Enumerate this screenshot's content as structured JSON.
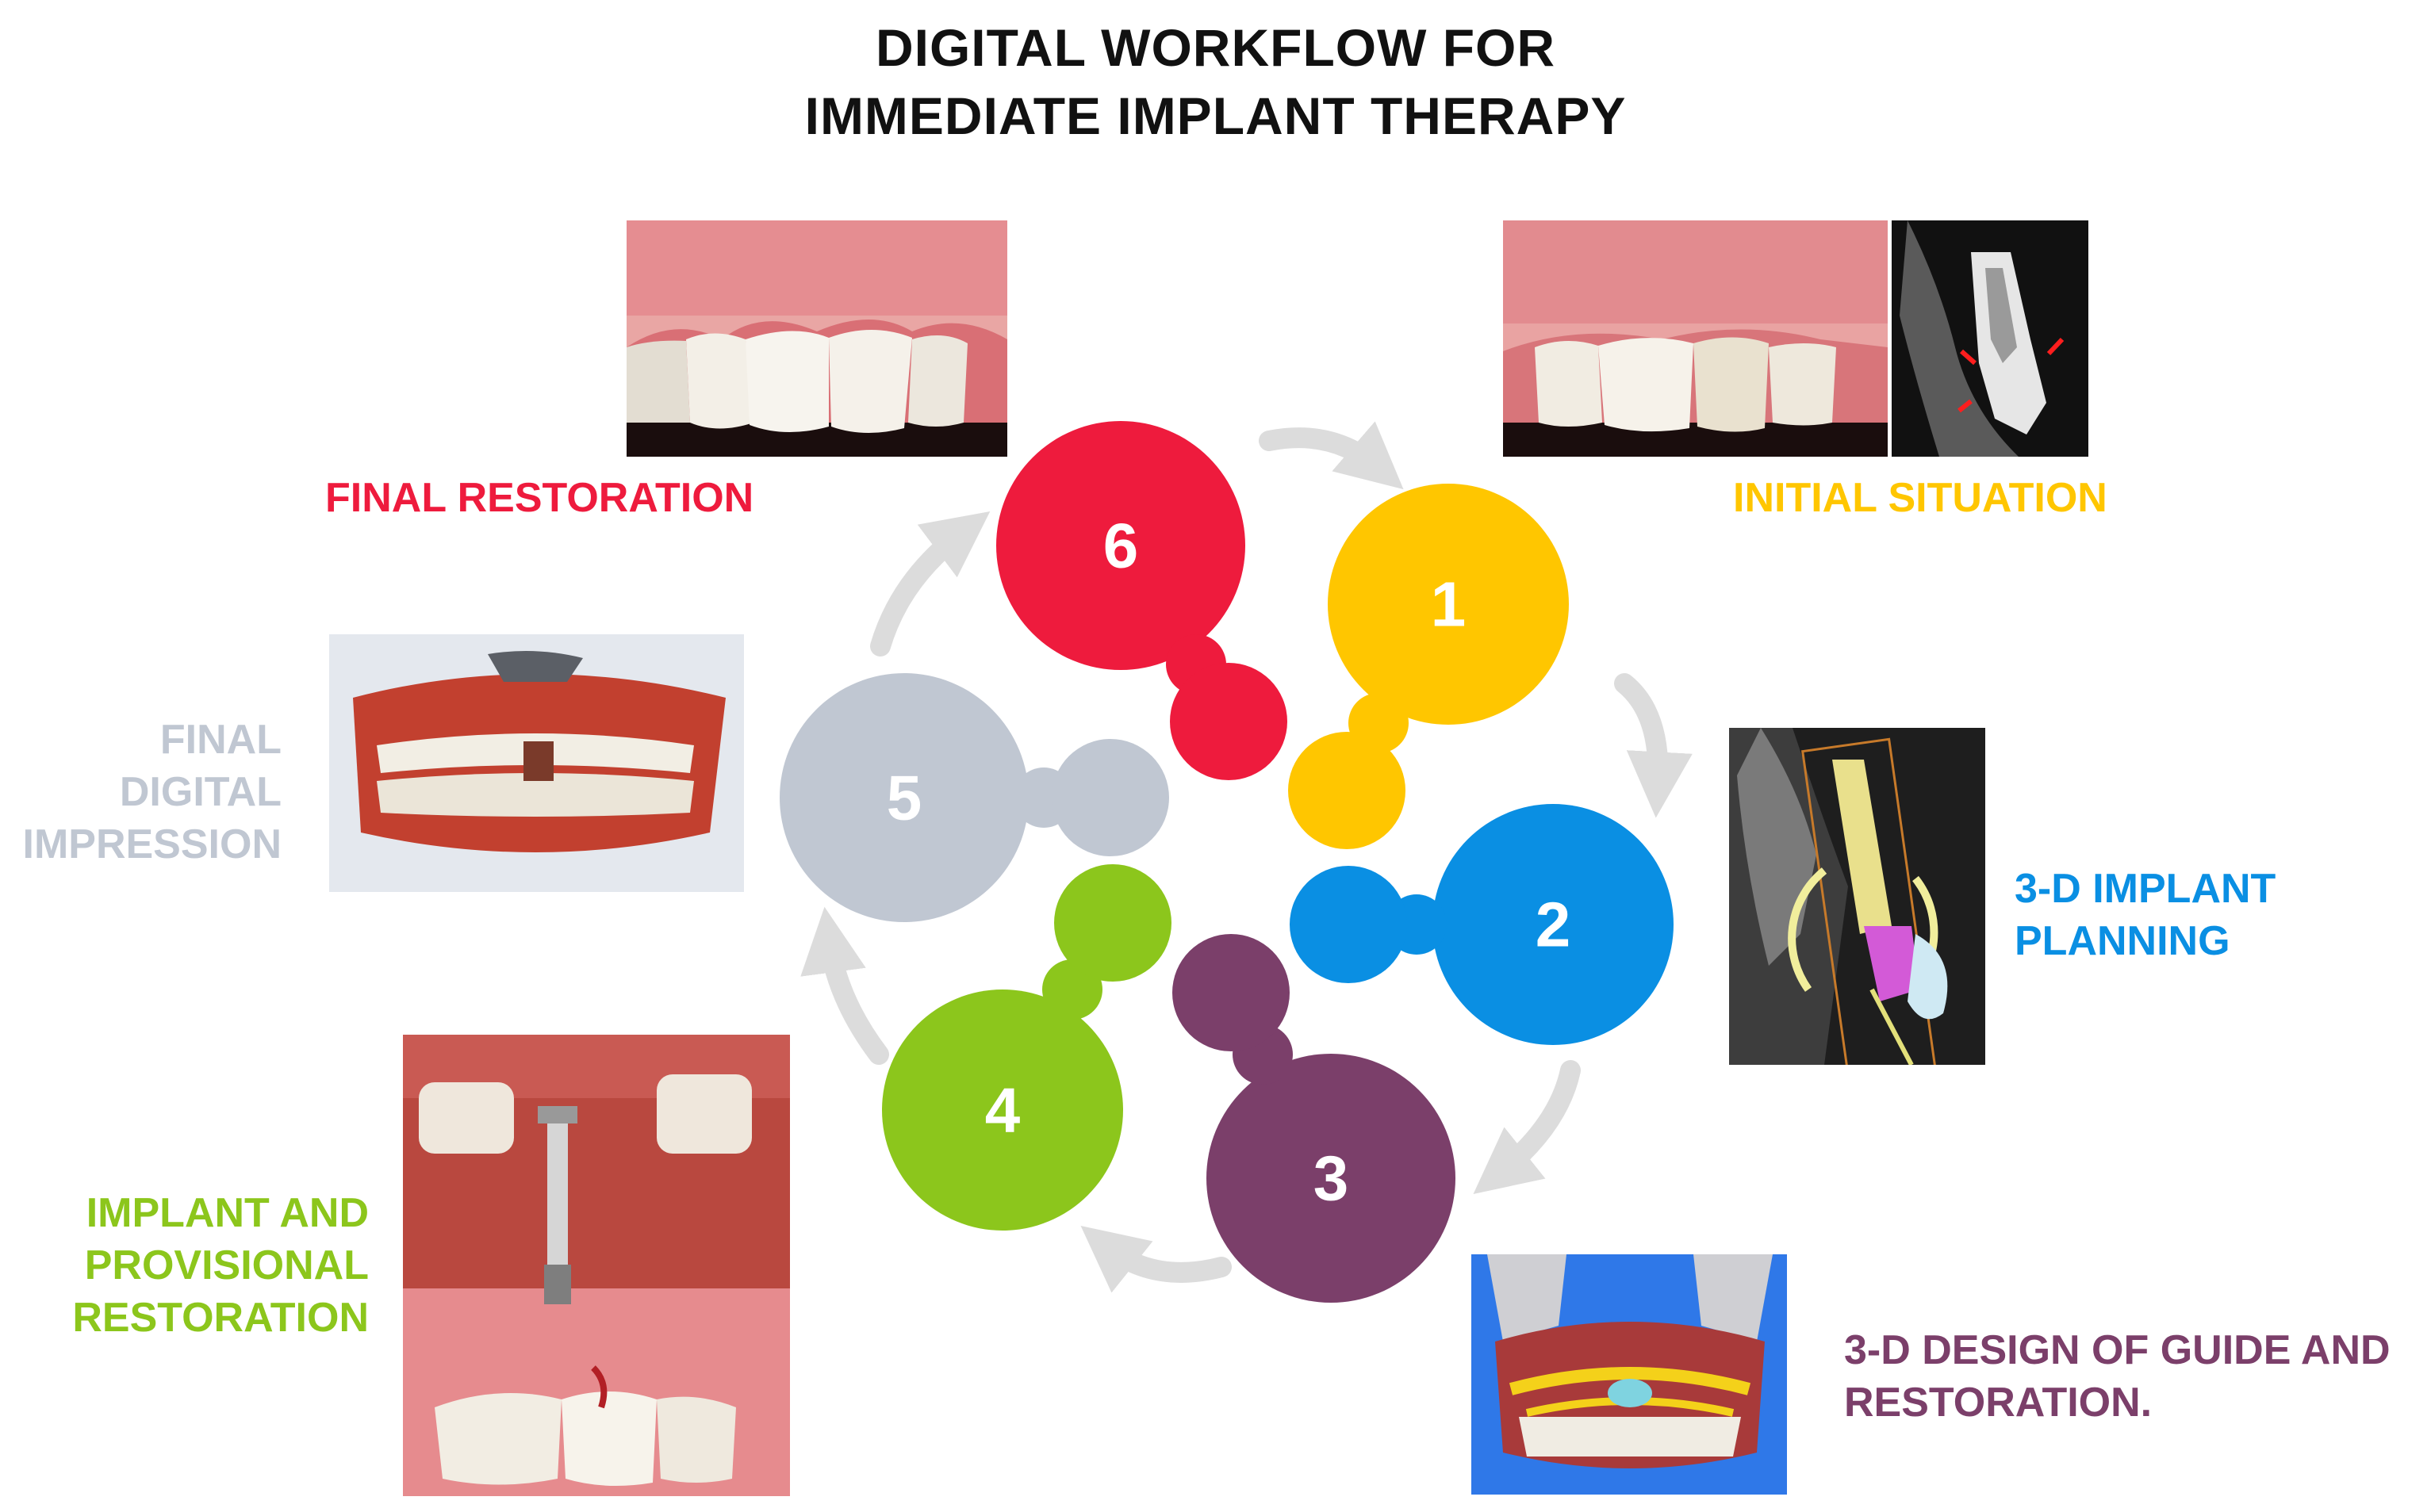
{
  "title": {
    "line1": "DIGITAL WORKFLOW FOR",
    "line2": "IMMEDIATE IMPLANT THERAPY"
  },
  "colors": {
    "step1": "#ffc600",
    "step2": "#0a8fe3",
    "step3": "#7b3f6a",
    "step4": "#8cc61c",
    "step5": "#c0c7d2",
    "step6": "#ee1b3d",
    "arrow": "#dcdcdc",
    "title": "#111111"
  },
  "steps": [
    {
      "number": "1",
      "label_lines": [
        "INITIAL SITUATION"
      ],
      "color_key": "step1",
      "image": "intraoral-photo-and-cbct-slice"
    },
    {
      "number": "2",
      "label_lines": [
        "3-D IMPLANT",
        "PLANNING"
      ],
      "color_key": "step2",
      "image": "cbct-implant-planning"
    },
    {
      "number": "3",
      "label_lines": [
        "3-D DESIGN OF GUIDE AND",
        "RESTORATION."
      ],
      "color_key": "step3",
      "image": "3d-guide-design-render"
    },
    {
      "number": "4",
      "label_lines": [
        "IMPLANT AND",
        "PROVISIONAL",
        "RESTORATION"
      ],
      "color_key": "step4",
      "image": "implant-placement-and-provisional-photo"
    },
    {
      "number": "5",
      "label_lines": [
        "FINAL",
        "DIGITAL",
        "IMPRESSION"
      ],
      "color_key": "step5",
      "image": "intraoral-scan-model"
    },
    {
      "number": "6",
      "label_lines": [
        "FINAL RESTORATION"
      ],
      "color_key": "step6",
      "image": "final-restoration-photo"
    }
  ]
}
